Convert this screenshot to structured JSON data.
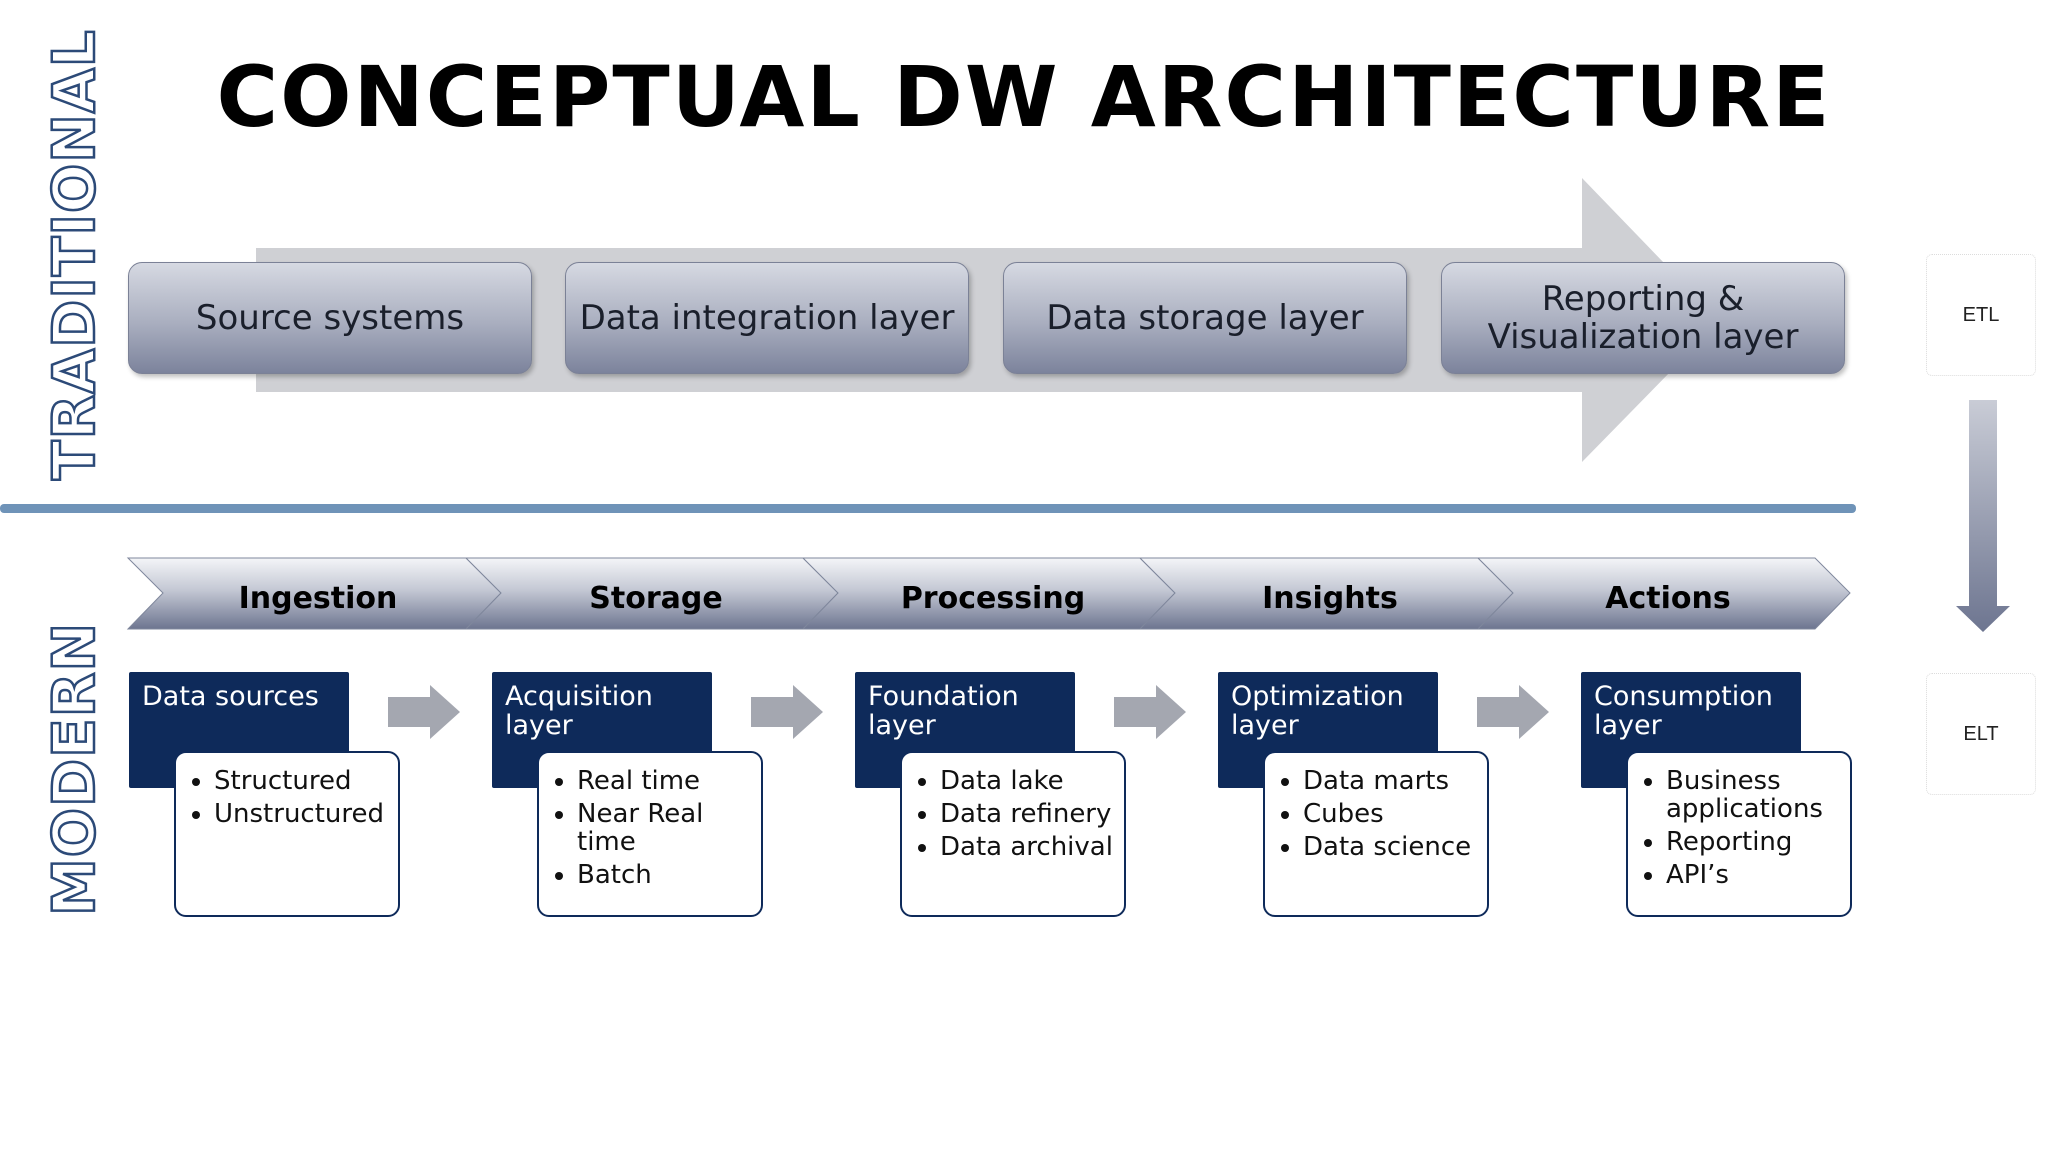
{
  "title": "CONCEPTUAL DW ARCHITECTURE",
  "side_labels": {
    "traditional": "TRADITIONAL",
    "modern": "MODERN"
  },
  "traditional_layers": [
    {
      "label": "Source systems"
    },
    {
      "label": "Data integration layer"
    },
    {
      "label": "Data storage layer"
    },
    {
      "label": "Reporting &\nVisualization layer"
    }
  ],
  "stages": [
    {
      "label": "Ingestion"
    },
    {
      "label": "Storage"
    },
    {
      "label": "Processing"
    },
    {
      "label": "Insights"
    },
    {
      "label": "Actions"
    }
  ],
  "modern_layers": [
    {
      "title": "Data sources",
      "items": [
        "Structured",
        "Unstructured"
      ]
    },
    {
      "title": "Acquisition layer",
      "items": [
        "Real time",
        "Near Real time",
        "Batch"
      ]
    },
    {
      "title": "Foundation layer",
      "items": [
        "Data lake",
        "Data refinery",
        "Data archival"
      ]
    },
    {
      "title": "Optimization layer",
      "items": [
        "Data marts",
        "Cubes",
        "Data science"
      ]
    },
    {
      "title": "Consumption layer",
      "items": [
        "Business applications",
        "Reporting",
        "API’s"
      ]
    }
  ],
  "side_boxes": {
    "etl": "ETL",
    "elt": "ELT"
  },
  "colors": {
    "navy": "#0e2a5a",
    "divider": "#6f93b8",
    "arrow_gray": "#cdced3",
    "chevron_top": "#f2f3f6",
    "chevron_bottom": "#6f7690"
  }
}
